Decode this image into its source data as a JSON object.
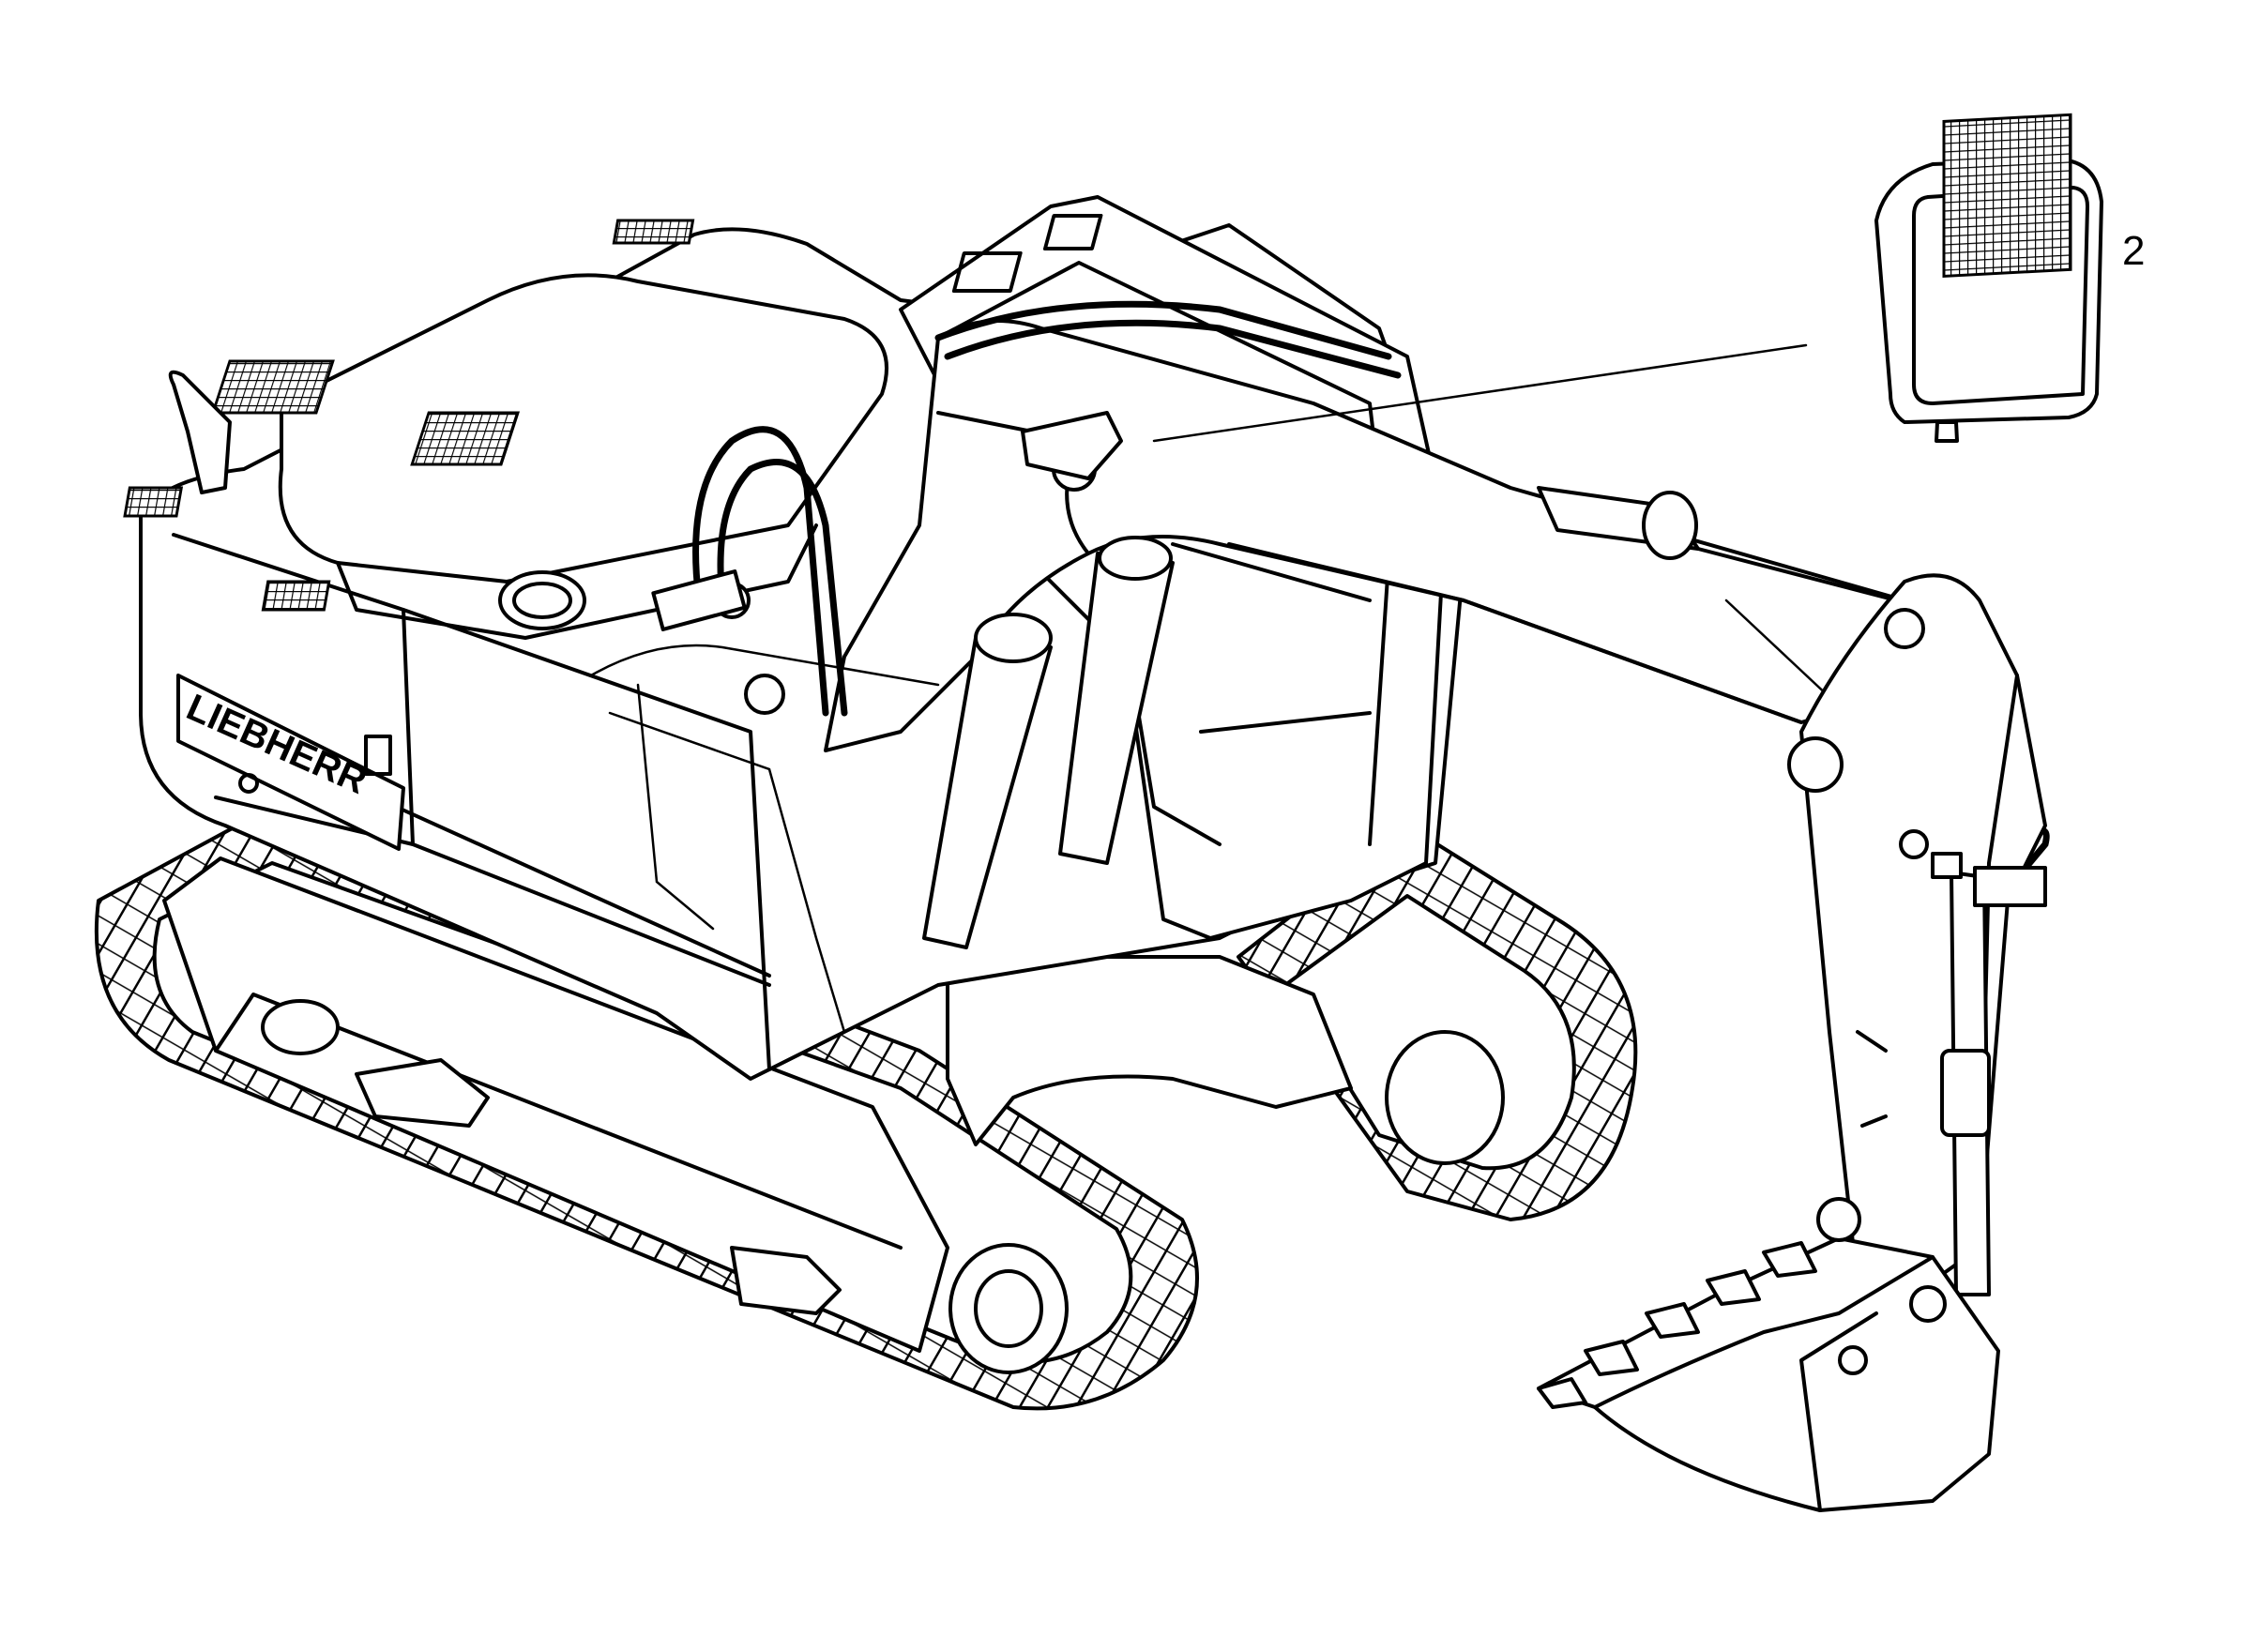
{
  "diagram": {
    "callout_2": "2",
    "brand_lettering": "LIEBHERR"
  },
  "icons": {
    "excavator": "excavator-illustration",
    "work_lamp": "work-lamp-icon"
  },
  "colors": {
    "ink": "#000000",
    "paper": "#ffffff"
  }
}
